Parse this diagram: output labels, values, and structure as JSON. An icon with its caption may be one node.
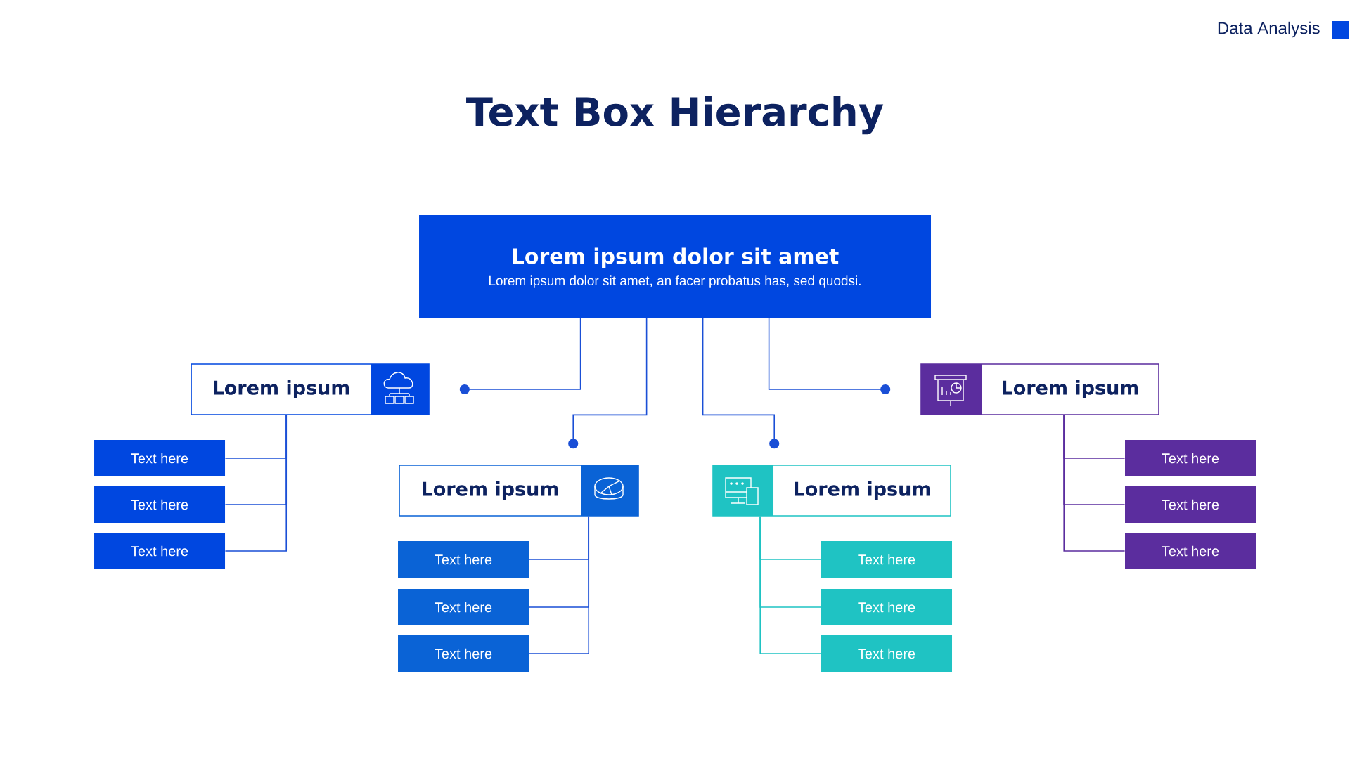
{
  "diagram": {
    "title": "Text Box Hierarchy",
    "nodes": [
      {
        "text": [
          "Lorem ipsum dolor sit amet",
          "Lorem ipsum dolor sit amet, an facer probatus has, sed quodsi."
        ]
      },
      {
        "text": [
          "Lorem ipsum"
        ]
      },
      {
        "text": [
          "Text here"
        ]
      },
      {
        "text": [
          "Text here"
        ]
      },
      {
        "text": [
          "Text here"
        ]
      },
      {
        "text": [
          "Lorem ipsum"
        ]
      },
      {
        "text": [
          "Text here"
        ]
      },
      {
        "text": [
          "Text here"
        ]
      },
      {
        "text": [
          "Text here"
        ]
      },
      {
        "text": [
          "Lorem ipsum"
        ]
      },
      {
        "text": [
          "Text here"
        ]
      },
      {
        "text": [
          "Text here"
        ]
      },
      {
        "text": [
          "Text here"
        ]
      },
      {
        "text": [
          "Lorem ipsum"
        ]
      },
      {
        "text": [
          "Text here"
        ]
      },
      {
        "text": [
          "Text here"
        ]
      },
      {
        "text": [
          "Text here"
        ]
      }
    ],
    "edges": [
      {
        "from": 0,
        "to": 1,
        "arrow": "other"
      },
      {
        "from": 0,
        "to": 5,
        "arrow": "other"
      },
      {
        "from": 0,
        "to": 9,
        "arrow": "other"
      },
      {
        "from": 0,
        "to": 13,
        "arrow": "other"
      },
      {
        "from": 1,
        "to": 2,
        "arrow": "none"
      },
      {
        "from": 1,
        "to": 3,
        "arrow": "none"
      },
      {
        "from": 1,
        "to": 4,
        "arrow": "none"
      },
      {
        "from": 5,
        "to": 6,
        "arrow": "none"
      },
      {
        "from": 5,
        "to": 7,
        "arrow": "none"
      },
      {
        "from": 5,
        "to": 8,
        "arrow": "none"
      },
      {
        "from": 9,
        "to": 10,
        "arrow": "none",
        "color": "#1fc3c3"
      },
      {
        "from": 9,
        "to": 11,
        "arrow": "none",
        "color": "#1fc3c3"
      },
      {
        "from": 9,
        "to": 12,
        "arrow": "none",
        "color": "#1fc3c3"
      },
      {
        "from": 13,
        "to": 14,
        "arrow": "none",
        "color": "#5b2d9e"
      },
      {
        "from": 13,
        "to": 15,
        "arrow": "none",
        "color": "#5b2d9e"
      },
      {
        "from": 13,
        "to": 16,
        "arrow": "none",
        "color": "#5b2d9e"
      }
    ],
    "labels": [
      "Data Analysis"
    ]
  }
}
